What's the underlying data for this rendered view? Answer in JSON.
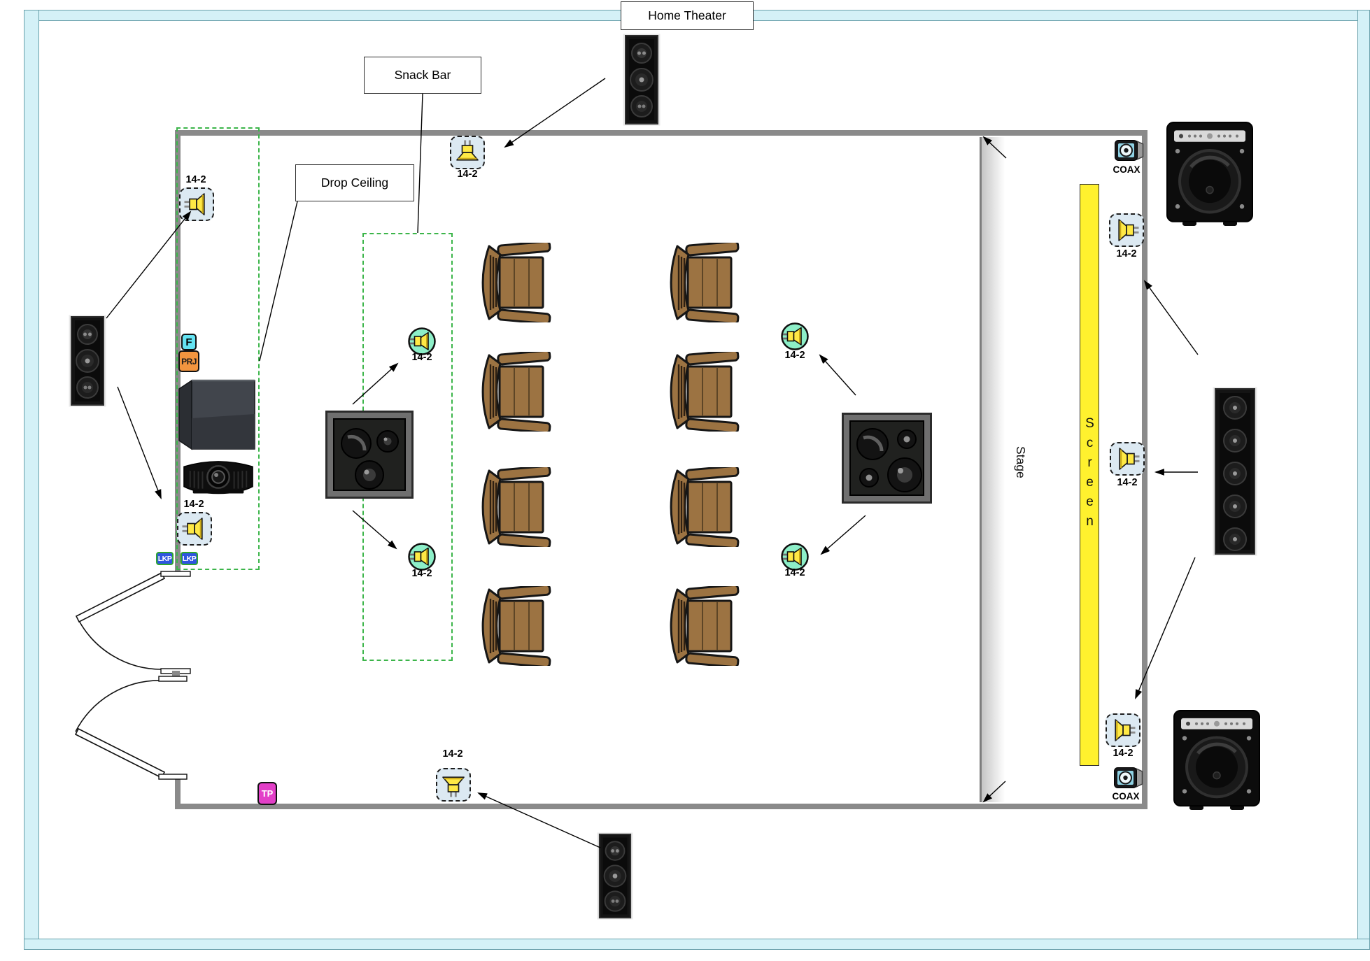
{
  "page": {
    "title": "Home Theater"
  },
  "callouts": {
    "snack_bar": "Snack Bar",
    "drop_ceiling": "Drop Ceiling"
  },
  "areas": {
    "stage": "Stage",
    "screen": "Screen"
  },
  "wire_label": "14-2",
  "connector_label": "COAX",
  "badges": {
    "flat_panel": "F",
    "projector": "PRJ",
    "keypad": "LKP",
    "touch_panel": "TP"
  },
  "colors": {
    "frame-cyan": "#D4F1F7",
    "wall-grey": "#8A8A8A",
    "dash-green": "#3CB54A",
    "screen-yellow": "#FFF12E",
    "icon-bg": "#DCE9F2",
    "speaker-yellow": "#FFE945",
    "mint": "#8DEFC8",
    "seat-brown": "#9C7342",
    "f-cyan": "#64E3F2",
    "prj-orange": "#F2953F",
    "lkp-blue": "#2F55E0",
    "tp-magenta": "#E33FC8"
  }
}
